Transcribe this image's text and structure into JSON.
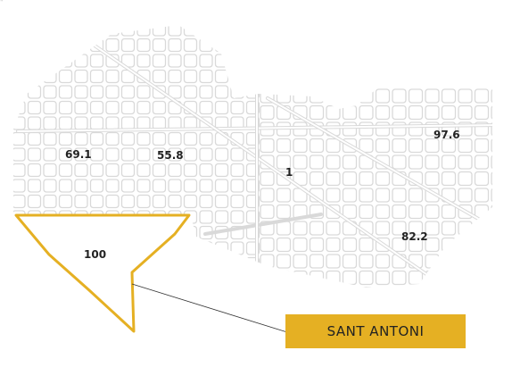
{
  "map": {
    "corner_glyph": "¨",
    "accent_color": "#E5B023",
    "block_outline_color": "#D9D9D9",
    "districts": [
      {
        "id": "a",
        "value": "69.1"
      },
      {
        "id": "b",
        "value": "55.8"
      },
      {
        "id": "c",
        "value": "1"
      },
      {
        "id": "d",
        "value": "97.6"
      },
      {
        "id": "e",
        "value": "82.2"
      },
      {
        "id": "f",
        "value": "100",
        "highlighted": true
      }
    ],
    "callout": {
      "label": "SANT ANTONI"
    }
  }
}
